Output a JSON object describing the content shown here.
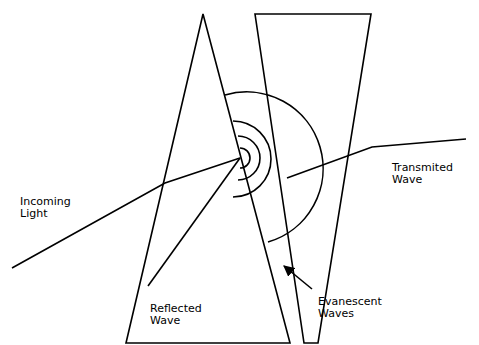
{
  "diagram": {
    "labels": [
      "Incoming Light",
      "Reflected Wave",
      "Evanescent Waves",
      "Transmited Wave"
    ]
  }
}
